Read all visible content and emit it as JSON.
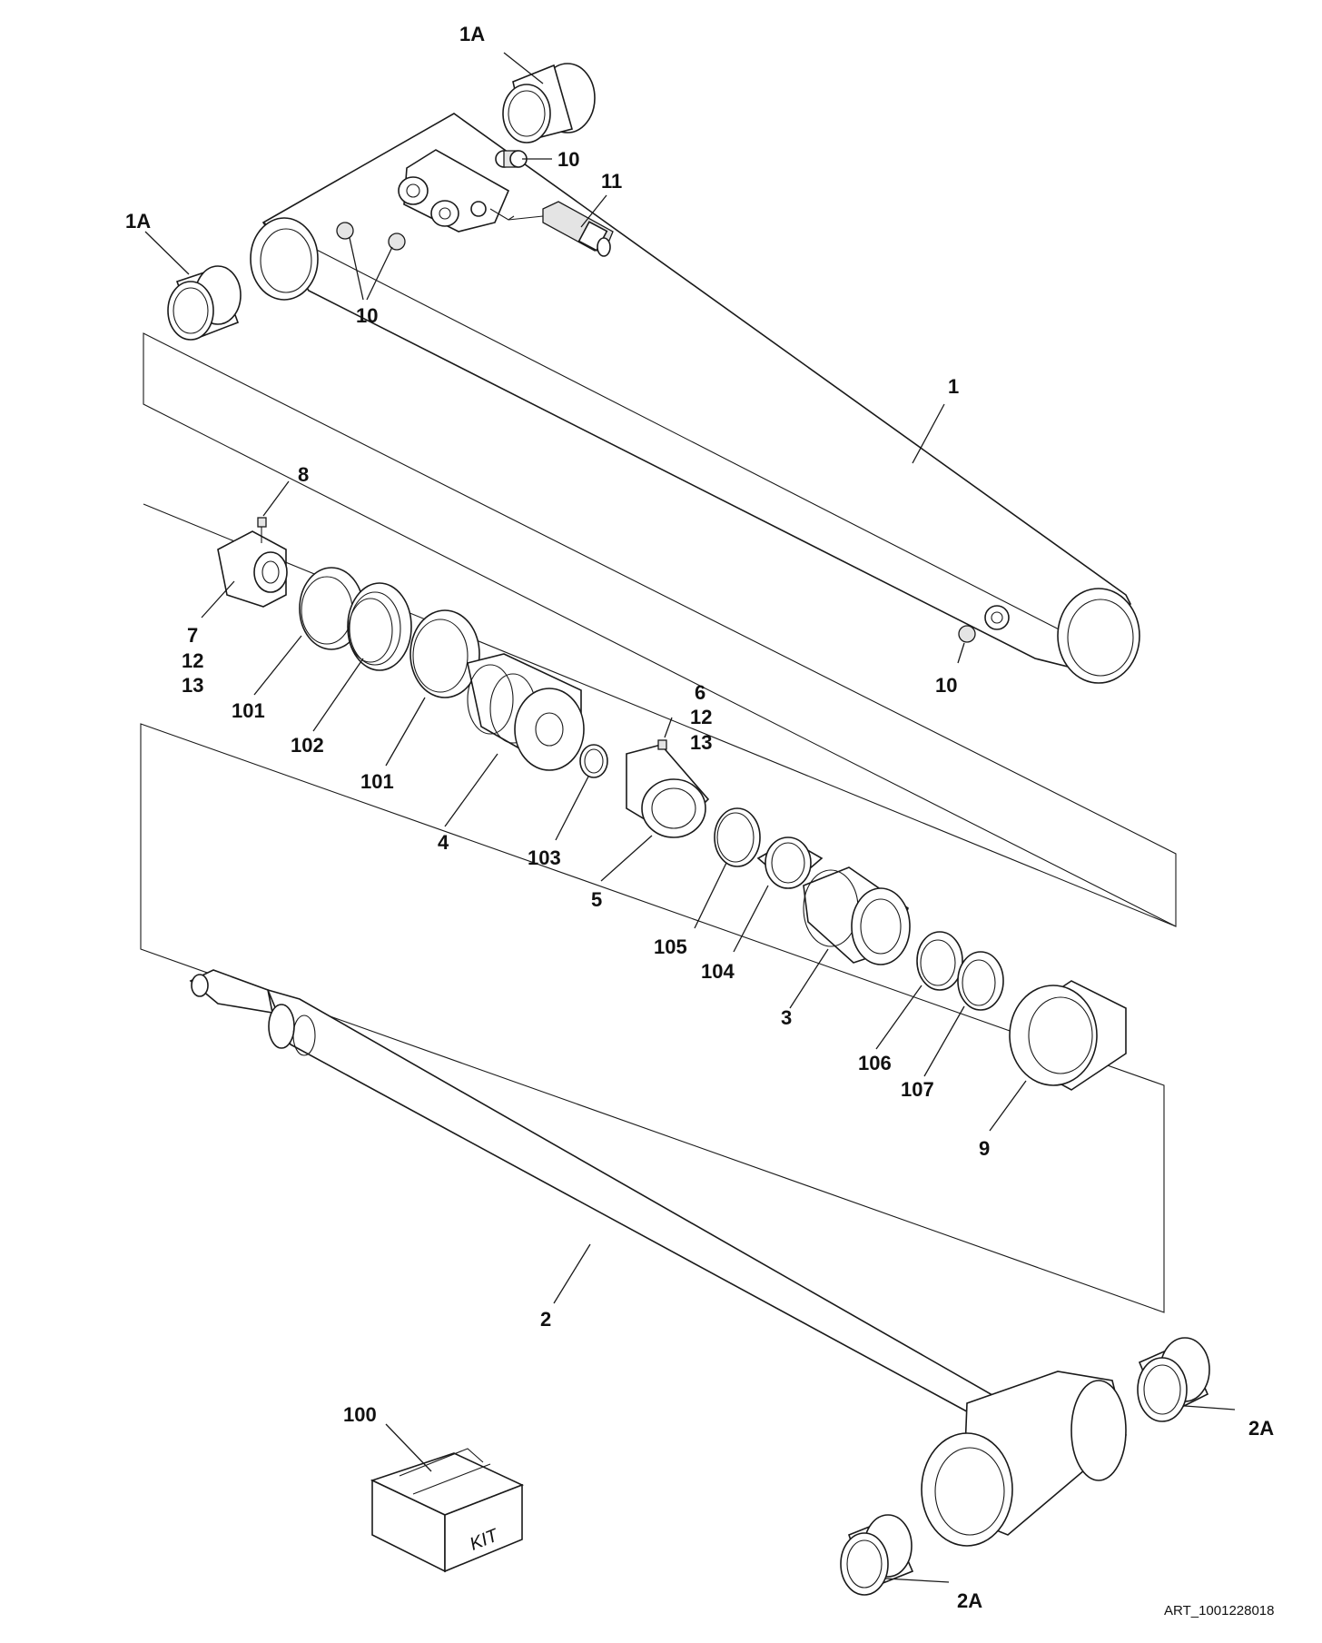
{
  "callouts": {
    "c1A_top": "1A",
    "c1A_left": "1A",
    "c10_top": "10",
    "c11": "11",
    "c10_mid": "10",
    "c1": "1",
    "c8": "8",
    "c7": "7",
    "c12_a": "12",
    "c13_a": "13",
    "c101_a": "101",
    "c102": "102",
    "c101_b": "101",
    "c4": "4",
    "c6": "6",
    "c12_b": "12",
    "c13_b": "13",
    "c103": "103",
    "c5": "5",
    "c10_right": "10",
    "c105": "105",
    "c104": "104",
    "c3": "3",
    "c106": "106",
    "c107": "107",
    "c9": "9",
    "c2": "2",
    "c100": "100",
    "c2A_right": "2A",
    "c2A_bottom": "2A"
  },
  "kit_label": "KIT",
  "art_id": "ART_1001228018"
}
